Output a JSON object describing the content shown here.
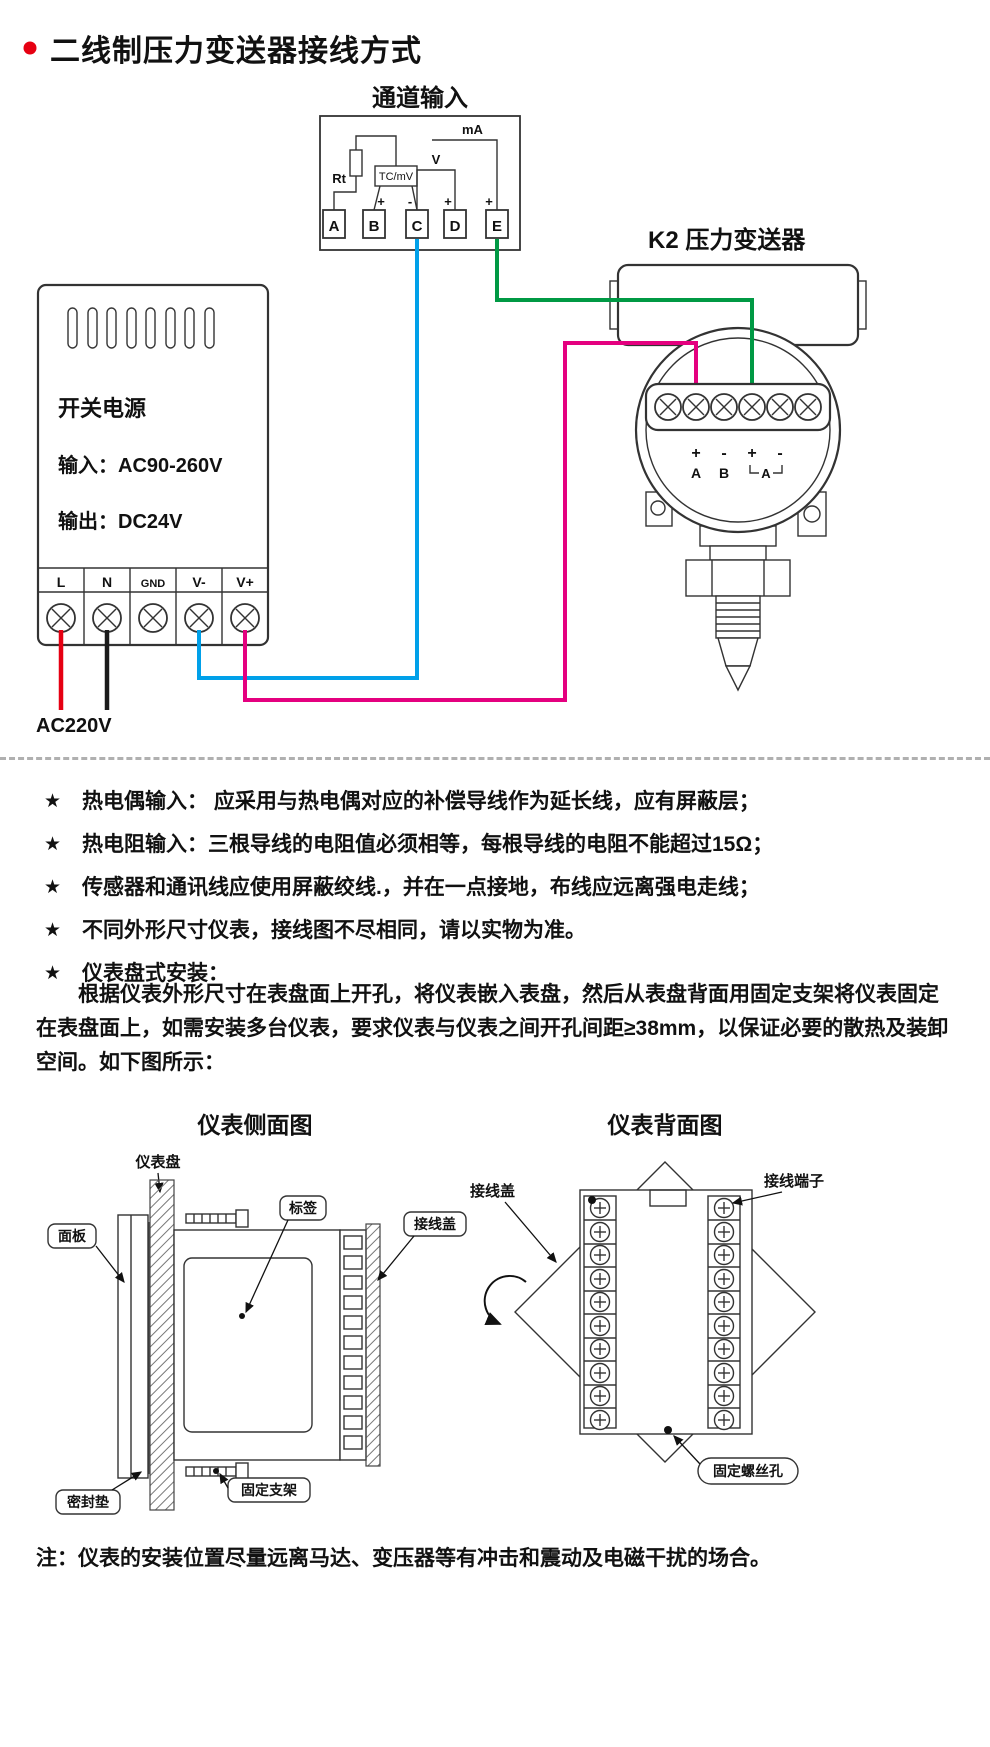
{
  "colors": {
    "accent": "#e60012"
  },
  "wire_colors": {
    "red": "#e60012",
    "black": "#1a1a1a",
    "blue": "#00a0e9",
    "pink": "#e4007f",
    "green": "#009944"
  },
  "title": {
    "text": "二线制压力变送器接线方式"
  },
  "channel_input": {
    "title": "通道输入",
    "rt_label": "Rt",
    "tcmv_label": "TC/mV",
    "v_label": "V",
    "ma_label": "mA",
    "signs": [
      "+",
      "-",
      "+",
      "+"
    ],
    "terminals": [
      "A",
      "B",
      "C",
      "D",
      "E"
    ]
  },
  "power_supply": {
    "name": "开关电源",
    "input": "输入：AC90-260V",
    "output": "输出：DC24V",
    "terminals": [
      "L",
      "N",
      "GND",
      "V-",
      "V+"
    ],
    "ac_label": "AC220V"
  },
  "transmitter": {
    "title": "K2 压力变送器",
    "polarity": [
      "+",
      "-",
      "+",
      "-"
    ],
    "letters": [
      "A",
      "B"
    ],
    "bracket_letter": "A"
  },
  "notes": {
    "star": "★",
    "items": [
      "热电偶输入： 应采用与热电偶对应的补偿导线作为延长线，应有屏蔽层；",
      "热电阻输入：三根导线的电阻值必须相等，每根导线的电阻不能超过15Ω；",
      "传感器和通讯线应使用屏蔽绞线.，并在一点接地，布线应远离强电走线；",
      "不同外形尺寸仪表，接线图不尽相同，请以实物为准。",
      "仪表盘式安装："
    ]
  },
  "installation": {
    "paragraph": "根据仪表外形尺寸在表盘面上开孔，将仪表嵌入表盘，然后从表盘背面用固定支架将仪表固定在表盘面上，如需安装多台仪表，要求仪表与仪表之间开孔间距≥38mm，以保证必要的散热及装卸空间。如下图所示："
  },
  "side_view": {
    "title": "仪表侧面图",
    "labels": {
      "dash_panel": "仪表盘",
      "tag": "标签",
      "terminal_cover": "接线盖",
      "front_panel": "面板",
      "gasket": "密封垫",
      "bracket": "固定支架"
    }
  },
  "back_view": {
    "title": "仪表背面图",
    "labels": {
      "terminal_cover": "接线盖",
      "terminal_block": "接线端子",
      "screw_hole": "固定螺丝孔"
    }
  },
  "footer_note": "注：仪表的安装位置尽量远离马达、变压器等有冲击和震动及电磁干扰的场合。"
}
